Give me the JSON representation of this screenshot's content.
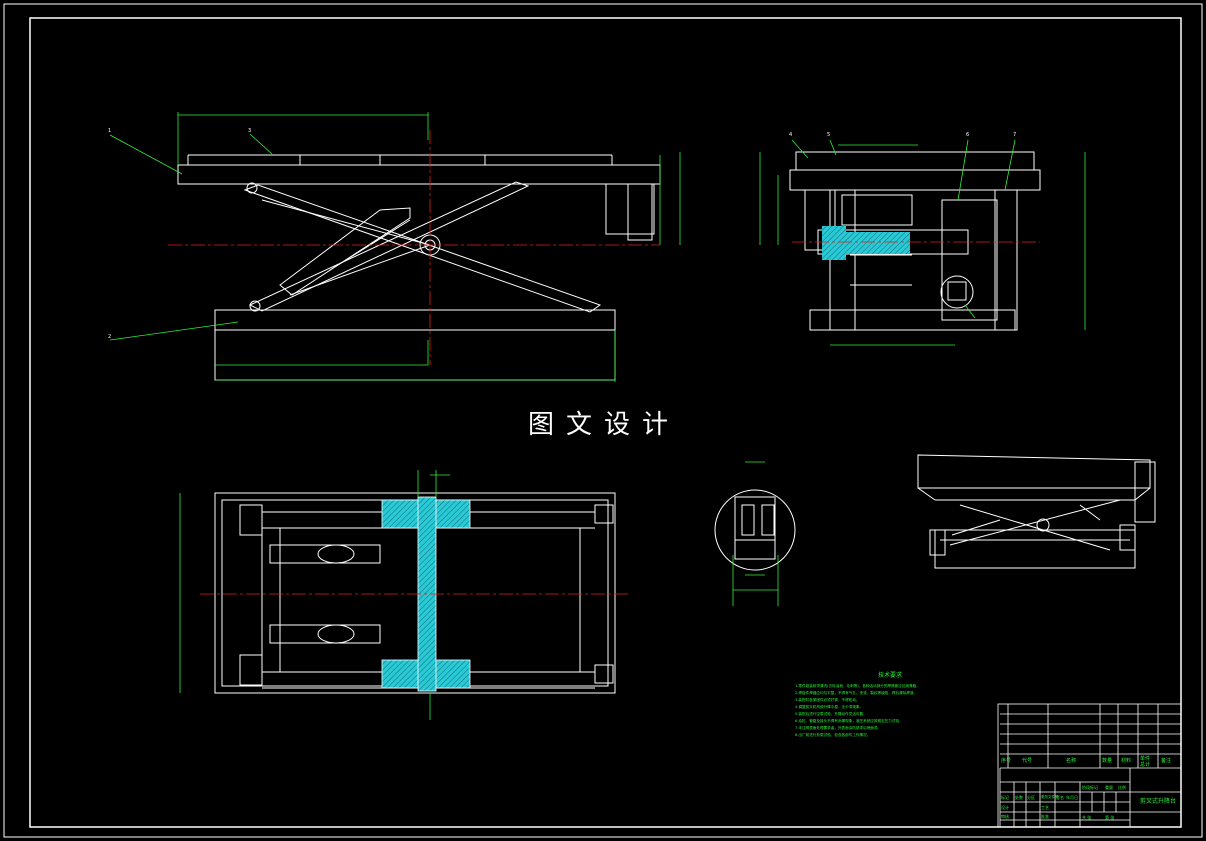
{
  "watermark": "图文设计",
  "technical_requirements": {
    "title": "技术要求",
    "lines": [
      "1.零件组装前须清洗(去除油垢、毛刺等)，各种活动部分的摩擦面应加润滑脂。",
      "2.焊接件焊缝应均匀平整，不得有气孔、夹渣、裂纹等缺陷，焊后清除焊渣。",
      "3.装配时各紧固件必须拧紧，不得松动。",
      "4.调整剪叉机构使升降平稳，无卡滞现象。",
      "5.装配后进行空载试验，升降动作灵活可靠。",
      "6.油缸、管路及接头不得有渗漏现象，液压系统应按规定压力试验。",
      "7.未注明表面处理要求者，外表面涂防锈漆后喷面漆。",
      "8.出厂前进行负载试验，检查各部件工作情况。"
    ]
  },
  "title_block": {
    "headers": [
      "序号",
      "代号",
      "名称",
      "数量",
      "材料",
      "单件",
      "总计",
      "备注"
    ],
    "drawing_name": "剪叉式升降台",
    "labels": [
      "标记",
      "处数",
      "分区",
      "更改文件号",
      "签名",
      "年月日",
      "设计",
      "审核",
      "工艺",
      "批准",
      "阶段标记",
      "重量",
      "比例",
      "共 张",
      "第 张"
    ]
  },
  "part_numbers": [
    "1",
    "2",
    "3",
    "4",
    "5",
    "6",
    "7"
  ],
  "colors": {
    "background": "#000000",
    "lines": "#ffffff",
    "dimensions": "#2ef03a",
    "centerline": "#e0201c",
    "section_fill": "#29c9d6"
  }
}
